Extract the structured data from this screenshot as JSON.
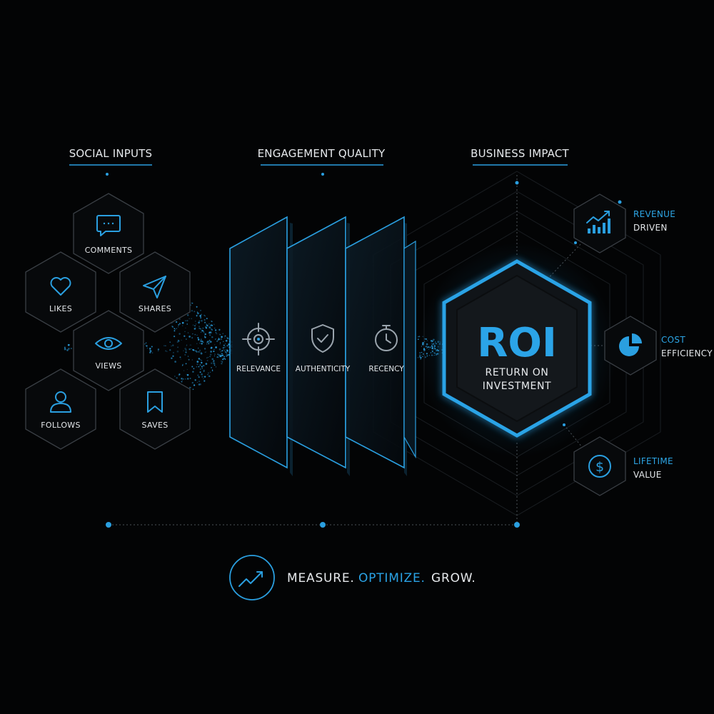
{
  "columns": {
    "inputs": "SOCIAL INPUTS",
    "quality": "ENGAGEMENT QUALITY",
    "impact": "BUSINESS IMPACT"
  },
  "inputs": [
    {
      "label": "COMMENTS",
      "icon": "comment-icon"
    },
    {
      "label": "LIKES",
      "icon": "heart-icon"
    },
    {
      "label": "SHARES",
      "icon": "send-icon"
    },
    {
      "label": "VIEWS",
      "icon": "eye-icon"
    },
    {
      "label": "FOLLOWS",
      "icon": "user-icon"
    },
    {
      "label": "SAVES",
      "icon": "bookmark-icon"
    }
  ],
  "filters": [
    {
      "label": "RELEVANCE",
      "icon": "target-icon"
    },
    {
      "label": "AUTHENTICITY",
      "icon": "shield-check-icon"
    },
    {
      "label": "RECENCY",
      "icon": "stopwatch-icon"
    }
  ],
  "roi": {
    "title": "ROI",
    "line1": "RETURN ON",
    "line2": "INVESTMENT"
  },
  "outputs": [
    {
      "top": "REVENUE",
      "bottom": "DRIVEN",
      "icon": "bar-chart-icon"
    },
    {
      "top": "COST",
      "bottom": "EFFICIENCY",
      "icon": "pie-chart-icon"
    },
    {
      "top": "LIFETIME",
      "bottom": "VALUE",
      "icon": "dollar-icon"
    }
  ],
  "tagline": {
    "measure": "MEASURE.",
    "optimize": "OPTIMIZE.",
    "grow": "GROW.",
    "icon": "trend-up-icon"
  },
  "colors": {
    "accent": "#2aa3e6",
    "background": "#030405",
    "text": "#e6e9ec",
    "hex_stroke": "#3a3f45"
  }
}
